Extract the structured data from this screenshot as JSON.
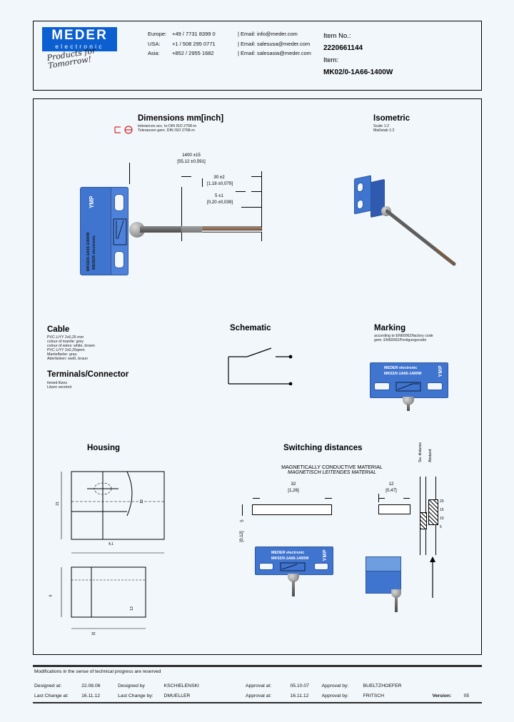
{
  "header": {
    "logo": {
      "brand": "MEDER",
      "sub": "electronic",
      "signature": "Products for Tomorrow!"
    },
    "contacts": [
      {
        "region": "Europe:",
        "phone": "+49 / 7731 8399 0",
        "email": "| Email: info@meder.com"
      },
      {
        "region": "USA:",
        "phone": "+1 / 508 295 0771",
        "email": "| Email: salesusa@meder.com"
      },
      {
        "region": "Asia:",
        "phone": "+852 / 2955 1682",
        "email": "| Email: salesasia@meder.com"
      }
    ],
    "item_no_label": "Item No.:",
    "item_no_value": "2220661144",
    "item_label": "Item:",
    "item_value": "MK02/0-1A66-1400W"
  },
  "sections": {
    "dimensions": {
      "title": "Dimensions mm[inch]",
      "sub1": "tolerances acc. to DIN  ISO 2768-m",
      "sub2": "Toleranzen gem. DIN ISO 2768-m"
    },
    "isometric": {
      "title": "Isometric",
      "sub1": "Scale 1:2",
      "sub2": "Maßstab 1:2"
    },
    "cable": {
      "title": "Cable",
      "lines": [
        "PVC  LiYY 2x0,25  mm",
        "colour of mantle: grey",
        "colour of wires: white, brown",
        "PVC LiYY 2x0,25qmm",
        "Mantelfarbe: grau",
        "Aderfarben: weiß, braun"
      ]
    },
    "terminals": {
      "title": "Terminals/Connector",
      "lines": [
        "tinned litzes",
        "Litzen verzinnt"
      ]
    },
    "schematic": {
      "title": "Schematic"
    },
    "marking": {
      "title": "Marking",
      "sub1": "according to EN60062/factory code",
      "sub2": "gem. EN60062/Fertigungscode",
      "label_line1": "MEDER electronic",
      "label_line2": "MK02/0-1A66-1400W",
      "label_code": "YMP"
    },
    "housing": {
      "title": "Housing"
    },
    "switching": {
      "title": "Switching distances",
      "material_en": "MAGNETICALLY CONDUCTIVE MATERIAL",
      "material_de": "MAGNETISCH LEITENDES MATERIAL",
      "label_line1": "MEDER electronic",
      "label_line2": "MK02/0-1A66-1400W",
      "label_code": "YMP"
    }
  },
  "dimension_labels": {
    "length_mm": "1400 ±15",
    "length_in": "[55,12 ±0,591]",
    "strip_mm": "30 ±2",
    "strip_in": "[1,18 ±0,079]",
    "tin_mm": "5 ±1",
    "tin_in": "[0,20 ±0,039]",
    "plate_len_mm": "32",
    "plate_len_in": "[1,26]",
    "plate_thk_mm": "5",
    "plate_thk_in": "[0,12]",
    "plate2_len_mm": "12",
    "plate2_len_in": "[0,47]"
  },
  "body_label": {
    "brand": "MEDER electronic",
    "part": "MK02/0-1A66-1400W",
    "code": "YMP"
  },
  "scale_ticks": [
    "20",
    "15",
    "10",
    "5"
  ],
  "scale_caption_en": "Sw. distance",
  "scale_caption_de": "Abstand",
  "footer": {
    "note": "Modifications in the sense of technical progress are reserved",
    "row1": {
      "designed_at_label": "Designed at:",
      "designed_at_value": "22.08.06",
      "designed_by_label": "Designed by",
      "designed_by_value": "KSCHIELENSKI",
      "approval_at_label": "Approval at:",
      "approval_at_value": "05.10.07",
      "approval_by_label": "Approval by:",
      "approval_by_value": "BUELTZHOEFER",
      "version_label": "",
      "version_value": ""
    },
    "row2": {
      "last_change_at_label": "Last Change at:",
      "last_change_at_value": "16.11.12",
      "last_change_by_label": "Last Change by:",
      "last_change_by_value": "DMUELLER",
      "approval_at_label": "Approval at:",
      "approval_at_value": "16.11.12",
      "approval_by_label": "Approval by:",
      "approval_by_value": "FRITSCH",
      "version_label": "Version:",
      "version_value": "05"
    }
  },
  "colors": {
    "brand_blue": "#0b5fd0",
    "body_blue": "#3f74cf",
    "page_bg": "#f2f7fb",
    "red": "#cc0000"
  }
}
